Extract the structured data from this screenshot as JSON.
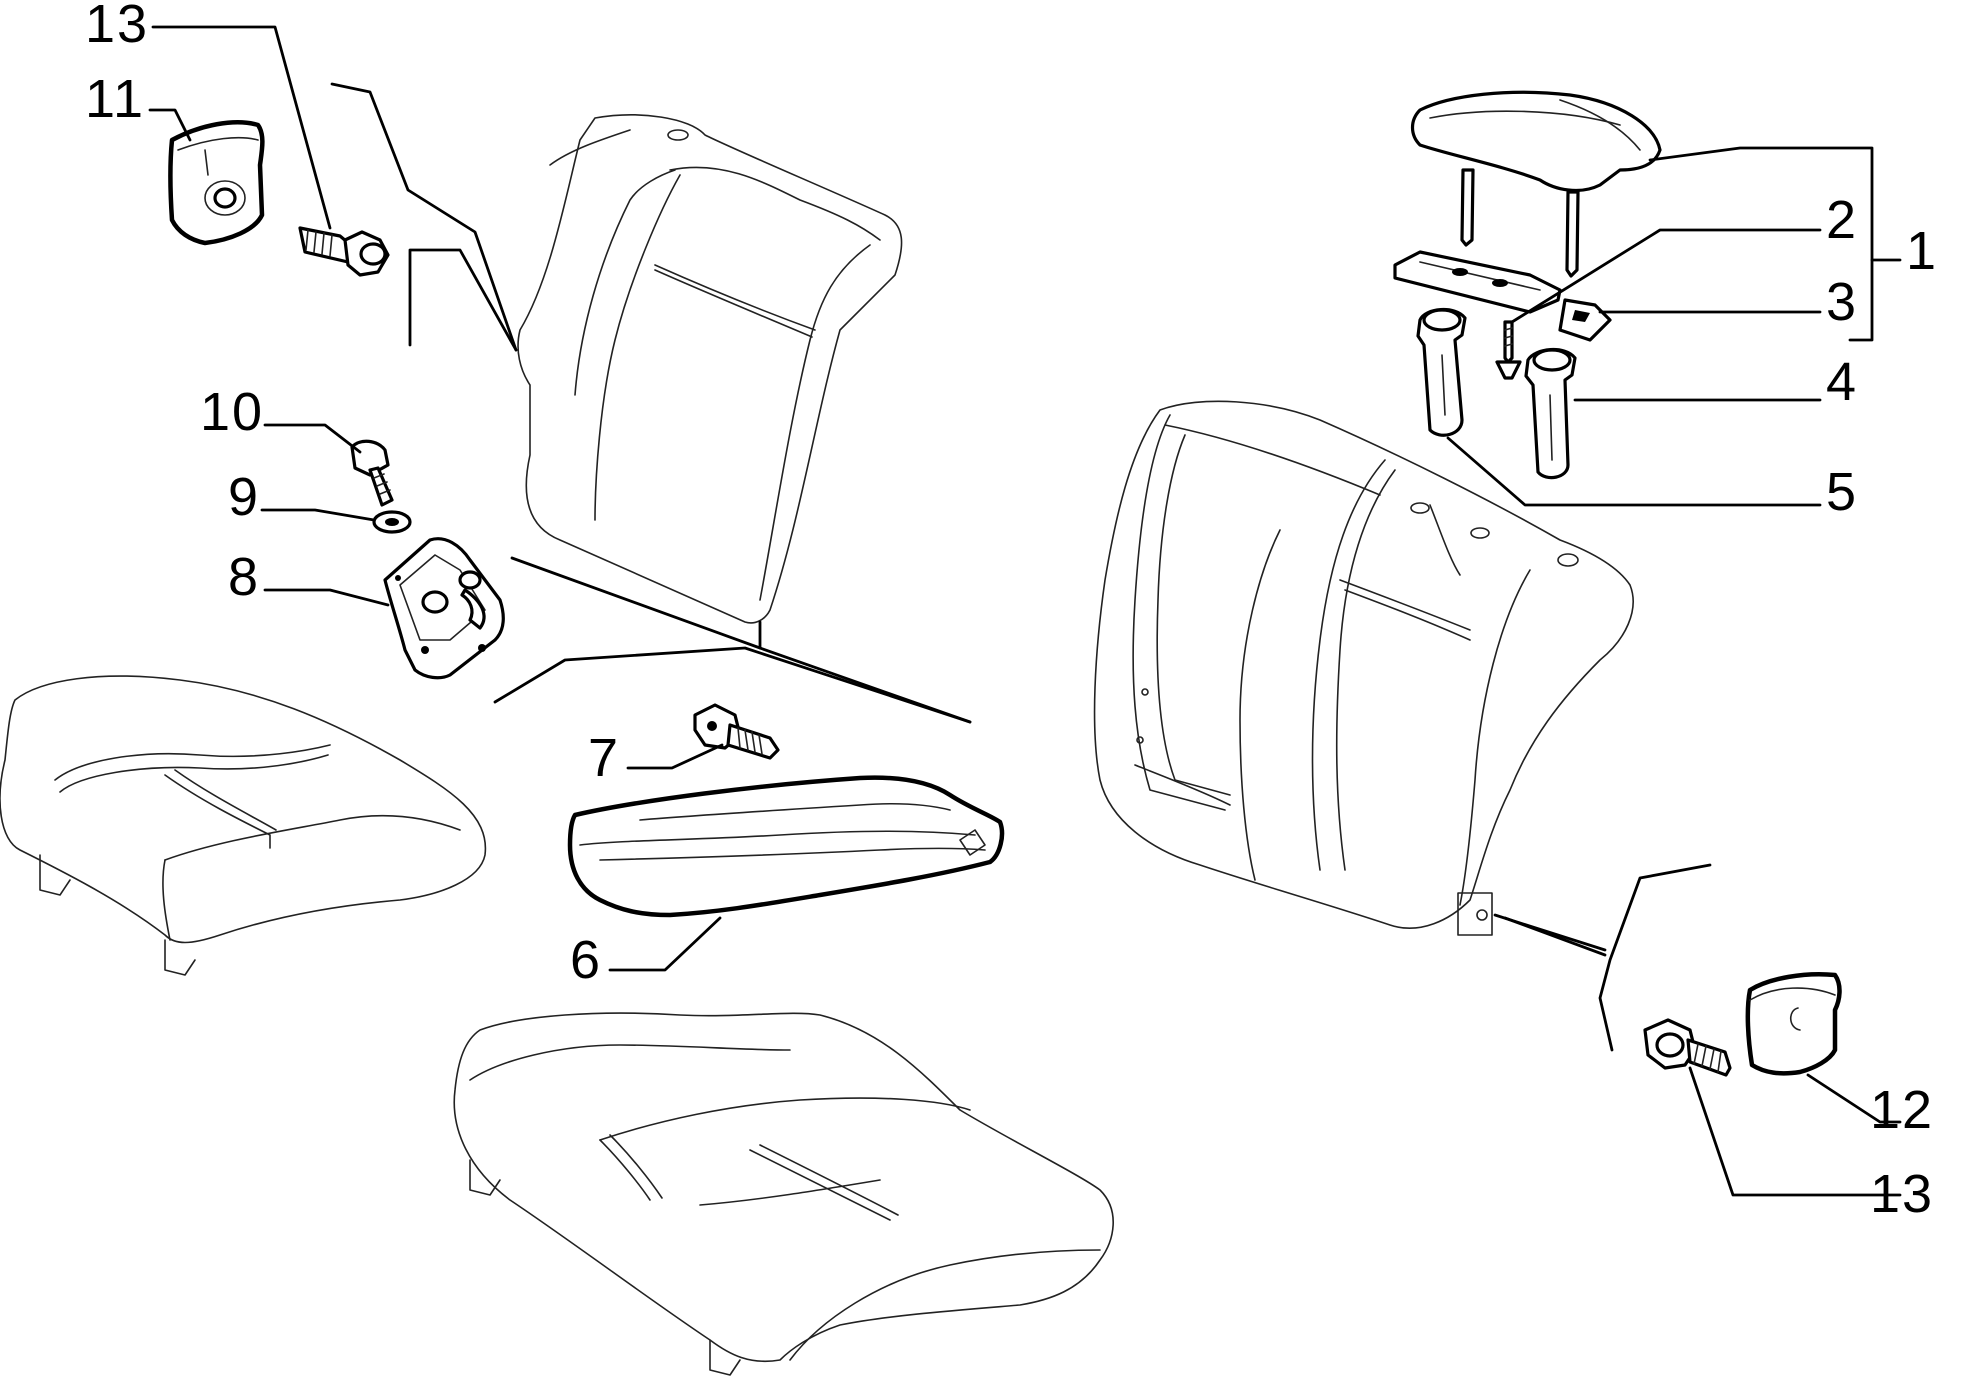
{
  "diagram": {
    "callouts": {
      "c1": "1",
      "c2": "2",
      "c3": "3",
      "c4": "4",
      "c5": "5",
      "c6": "6",
      "c7": "7",
      "c8": "8",
      "c9": "9",
      "c10": "10",
      "c11": "11",
      "c12": "12",
      "c13_top": "13",
      "c13_bottom": "13"
    }
  }
}
